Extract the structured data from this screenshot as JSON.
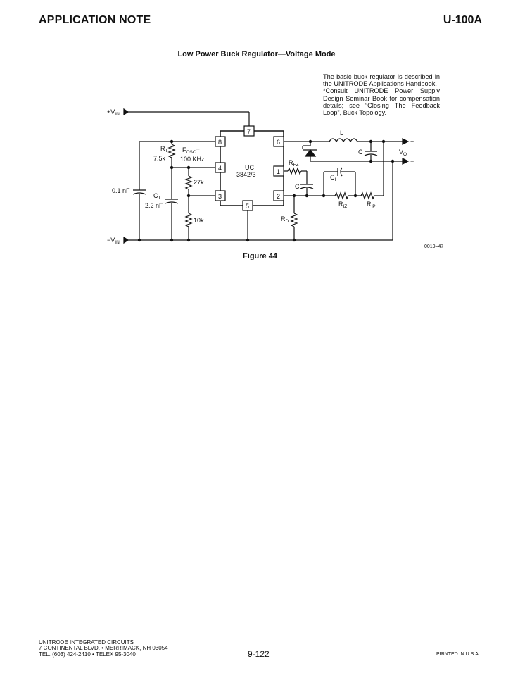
{
  "header": {
    "left": "APPLICATION NOTE",
    "right": "U-100A"
  },
  "figure_title": "Low Power Buck Regulator—Voltage Mode",
  "note": {
    "line1": "The basic buck regulator is described in the UNITRODE Applications Handbook.",
    "line2": "*Consult UNITRODE Power Supply Design Seminar Book for compensation details; see “Closing The Feedback Loop”, Buck Topology."
  },
  "schematic": {
    "vin_plus": "+V",
    "vin_minus": "−V",
    "vin_sub": "IN",
    "ic_name_1": "UC",
    "ic_name_2": "3842/3",
    "pins": {
      "p1": "1",
      "p2": "2",
      "p3": "3",
      "p4": "4",
      "p5": "5",
      "p6": "6",
      "p7": "7",
      "p8": "8"
    },
    "rt": "R",
    "rt_sub": "T",
    "rt_val": "7.5k",
    "fosc": "F",
    "fosc_sub": "OSC",
    "fosc_eq": "=",
    "fosc_val": "100 KHz",
    "c_in": "0.1 nF",
    "ct": "C",
    "ct_sub": "T",
    "ct_val": "2.2 nF",
    "r27k": "27k",
    "r10k": "10k",
    "rfz": "R",
    "rfz_sub": "FZ",
    "cf": "C",
    "cf_sub": "F",
    "ci": "C",
    "ci_sub": "I",
    "riz": "R",
    "riz_sub": "IZ",
    "rip": "R",
    "rip_sub": "IP",
    "rd": "R",
    "rd_sub": "D",
    "l": "L",
    "c_out": "C",
    "vo": "V",
    "vo_sub": "O",
    "plus": "+",
    "minus": "−"
  },
  "figure_code": "0019–47",
  "figure_label": "Figure 44",
  "footer": {
    "line1": "UNITRODE INTEGRATED CIRCUITS",
    "line2": "7 CONTINENTAL BLVD. • MERRIMACK, NH 03054",
    "line3": "TEL. (603) 424-2410 • TELEX 95-3040",
    "page": "9-122",
    "printed": "PRINTED IN U.S.A."
  }
}
